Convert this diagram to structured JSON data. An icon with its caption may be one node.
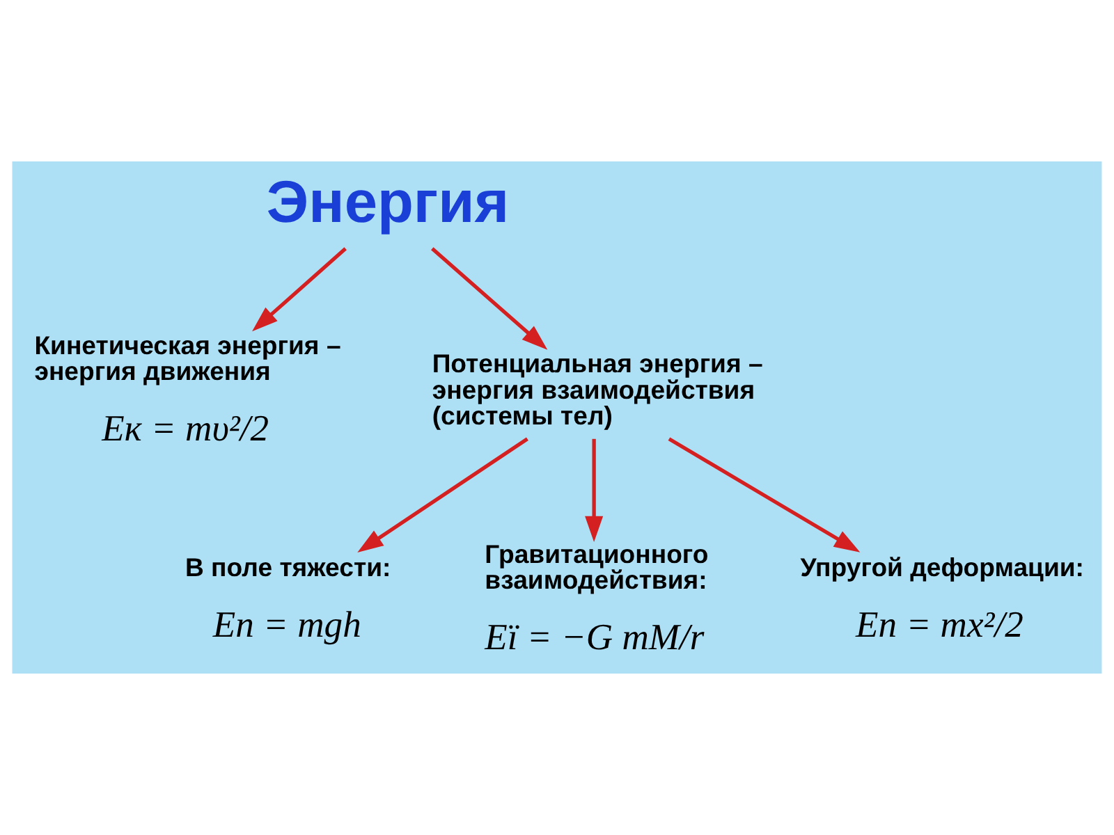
{
  "diagram": {
    "nodes": [
      {
        "text": [
          "Энергия"
        ]
      },
      {
        "text": [
          "Кинетическая энергия – энергия движения",
          "Eк = mυ²/2"
        ]
      },
      {
        "text": [
          "Потенциальная энергия – энергия взаимодействия (системы тел)"
        ]
      },
      {
        "text": [
          "В поле тяжести:",
          "En = mgh"
        ]
      },
      {
        "text": [
          "Гравитационного взаимодействия:",
          "Eï = −G mM/r"
        ]
      },
      {
        "text": [
          "Упругой деформации:",
          "En = mx²/2"
        ]
      }
    ],
    "edges": [
      {
        "from": 0,
        "to": 1,
        "arrow": "to"
      },
      {
        "from": 0,
        "to": 2,
        "arrow": "to"
      },
      {
        "from": 2,
        "to": 3,
        "arrow": "to"
      },
      {
        "from": 2,
        "to": 4,
        "arrow": "to"
      },
      {
        "from": 2,
        "to": 5,
        "arrow": "to"
      }
    ]
  }
}
